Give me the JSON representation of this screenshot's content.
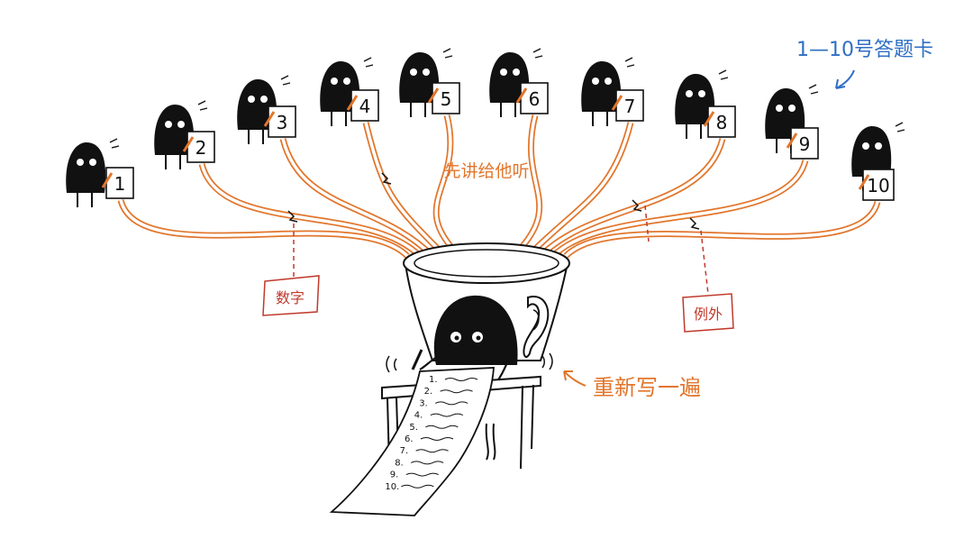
{
  "title": "1—10号答题卡",
  "center_label": "先讲给他听",
  "rewrite_label": "重新写一遍",
  "cut_tags": [
    "数字",
    "例外"
  ],
  "cards": [
    "1",
    "2",
    "3",
    "4",
    "5",
    "6",
    "7",
    "8",
    "9",
    "10"
  ],
  "list_numbers": [
    "1.",
    "2.",
    "3.",
    "4.",
    "5.",
    "6.",
    "7.",
    "8.",
    "9.",
    "10."
  ],
  "colors": {
    "tube": "#e2762c",
    "title": "#2f6fc4",
    "tag": "#c0392b",
    "ink": "#111111"
  }
}
